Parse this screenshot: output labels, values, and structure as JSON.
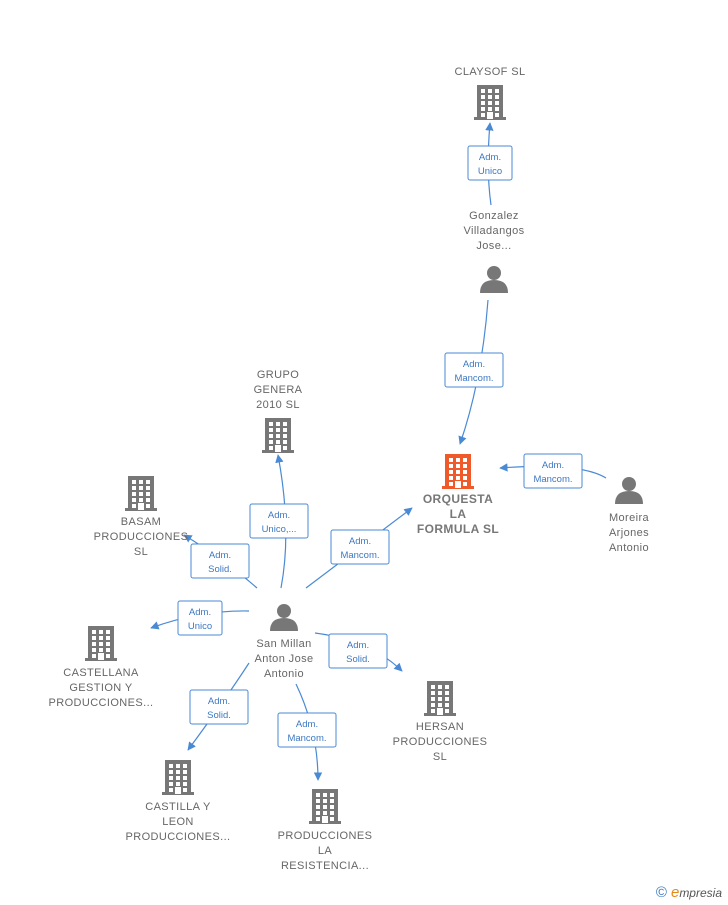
{
  "colors": {
    "edge": "#4a8ad4",
    "company_icon": "#777777",
    "main_company_icon": "#f05a2a",
    "person_icon": "#777777",
    "label": "#666666"
  },
  "nodes": [
    {
      "id": "claysof",
      "kind": "company",
      "lines": [
        "CLAYSOF  SL"
      ],
      "label_pos": "above"
    },
    {
      "id": "gonzalez",
      "kind": "person",
      "lines": [
        "Gonzalez",
        "Villadangos",
        "Jose..."
      ],
      "label_pos": "above"
    },
    {
      "id": "orquesta",
      "kind": "company",
      "main": true,
      "lines": [
        "ORQUESTA",
        "LA",
        "FORMULA  SL"
      ],
      "label_pos": "below"
    },
    {
      "id": "moreira",
      "kind": "person",
      "lines": [
        "Moreira",
        "Arjones",
        "Antonio"
      ],
      "label_pos": "below"
    },
    {
      "id": "grupo",
      "kind": "company",
      "lines": [
        "GRUPO",
        "GENERA",
        "2010 SL"
      ],
      "label_pos": "above"
    },
    {
      "id": "basam",
      "kind": "company",
      "lines": [
        "BASAM",
        "PRODUCCIONES",
        "SL"
      ],
      "label_pos": "below"
    },
    {
      "id": "sanmillan",
      "kind": "person",
      "lines": [
        "San Millan",
        "Anton Jose",
        "Antonio"
      ],
      "label_pos": "below"
    },
    {
      "id": "castellana",
      "kind": "company",
      "lines": [
        "CASTELLANA",
        "GESTION Y",
        "PRODUCCIONES..."
      ],
      "label_pos": "below"
    },
    {
      "id": "hersan",
      "kind": "company",
      "lines": [
        "HERSAN",
        "PRODUCCIONES",
        "SL"
      ],
      "label_pos": "below"
    },
    {
      "id": "castilla",
      "kind": "company",
      "lines": [
        "CASTILLA Y",
        "LEON",
        "PRODUCCIONES..."
      ],
      "label_pos": "below"
    },
    {
      "id": "resistencia",
      "kind": "company",
      "lines": [
        "PRODUCCIONES",
        "LA",
        "RESISTENCIA..."
      ],
      "label_pos": "below"
    }
  ],
  "edges": [
    {
      "from": "gonzalez",
      "to": "claysof",
      "lines": [
        "Adm.",
        "Unico"
      ]
    },
    {
      "from": "gonzalez",
      "to": "orquesta",
      "lines": [
        "Adm.",
        "Mancom."
      ]
    },
    {
      "from": "moreira",
      "to": "orquesta",
      "lines": [
        "Adm.",
        "Mancom."
      ]
    },
    {
      "from": "sanmillan",
      "to": "orquesta",
      "lines": [
        "Adm.",
        "Mancom."
      ]
    },
    {
      "from": "sanmillan",
      "to": "grupo",
      "lines": [
        "Adm.",
        "Unico,..."
      ]
    },
    {
      "from": "sanmillan",
      "to": "basam",
      "lines": [
        "Adm.",
        "Solid."
      ]
    },
    {
      "from": "sanmillan",
      "to": "castellana",
      "lines": [
        "Adm.",
        "Unico"
      ]
    },
    {
      "from": "sanmillan",
      "to": "hersan",
      "lines": [
        "Adm.",
        "Solid."
      ]
    },
    {
      "from": "sanmillan",
      "to": "castilla",
      "lines": [
        "Adm.",
        "Solid."
      ]
    },
    {
      "from": "sanmillan",
      "to": "resistencia",
      "lines": [
        "Adm.",
        "Mancom."
      ]
    }
  ],
  "footer": {
    "copyright_symbol": "©",
    "brand_initial": "e",
    "brand_rest": "mpresia"
  }
}
